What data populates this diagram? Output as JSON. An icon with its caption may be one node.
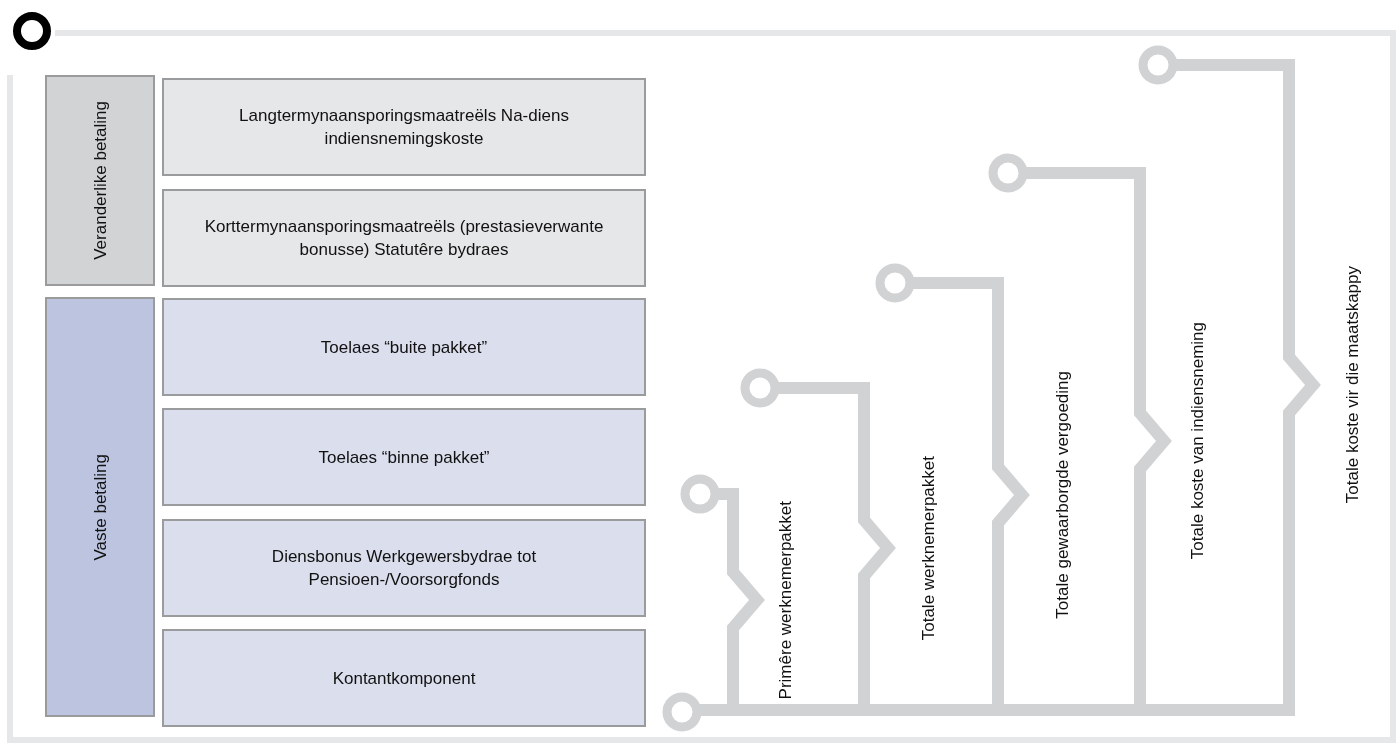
{
  "diagram": {
    "nodes": [
      {
        "text": [
          "Veranderlike betaling"
        ]
      },
      {
        "text": [
          "Langtermynaansporingsmaatreëls Na-diens indiensnemingskoste"
        ]
      },
      {
        "text": [
          "Korttermynaansporingsmaatreëls (prestasieverwante bonusse) Statutêre bydraes"
        ]
      },
      {
        "text": [
          "Vaste betaling"
        ]
      },
      {
        "text": [
          "Toelaes “buite pakket”"
        ]
      },
      {
        "text": [
          "Toelaes “binne pakket”"
        ]
      },
      {
        "text": [
          "Diensbonus Werkgewersbydrae tot Pensioen-/Voorsorgfonds"
        ]
      },
      {
        "text": [
          "Kontantkomponent"
        ]
      }
    ],
    "labels": [
      "Primêre werknemerpakket",
      "Totale werknemerpakket",
      "Totale gewaarborgde vergoeding",
      "Totale koste van indiensneming",
      "Totale koste vir die maatskappy"
    ]
  }
}
